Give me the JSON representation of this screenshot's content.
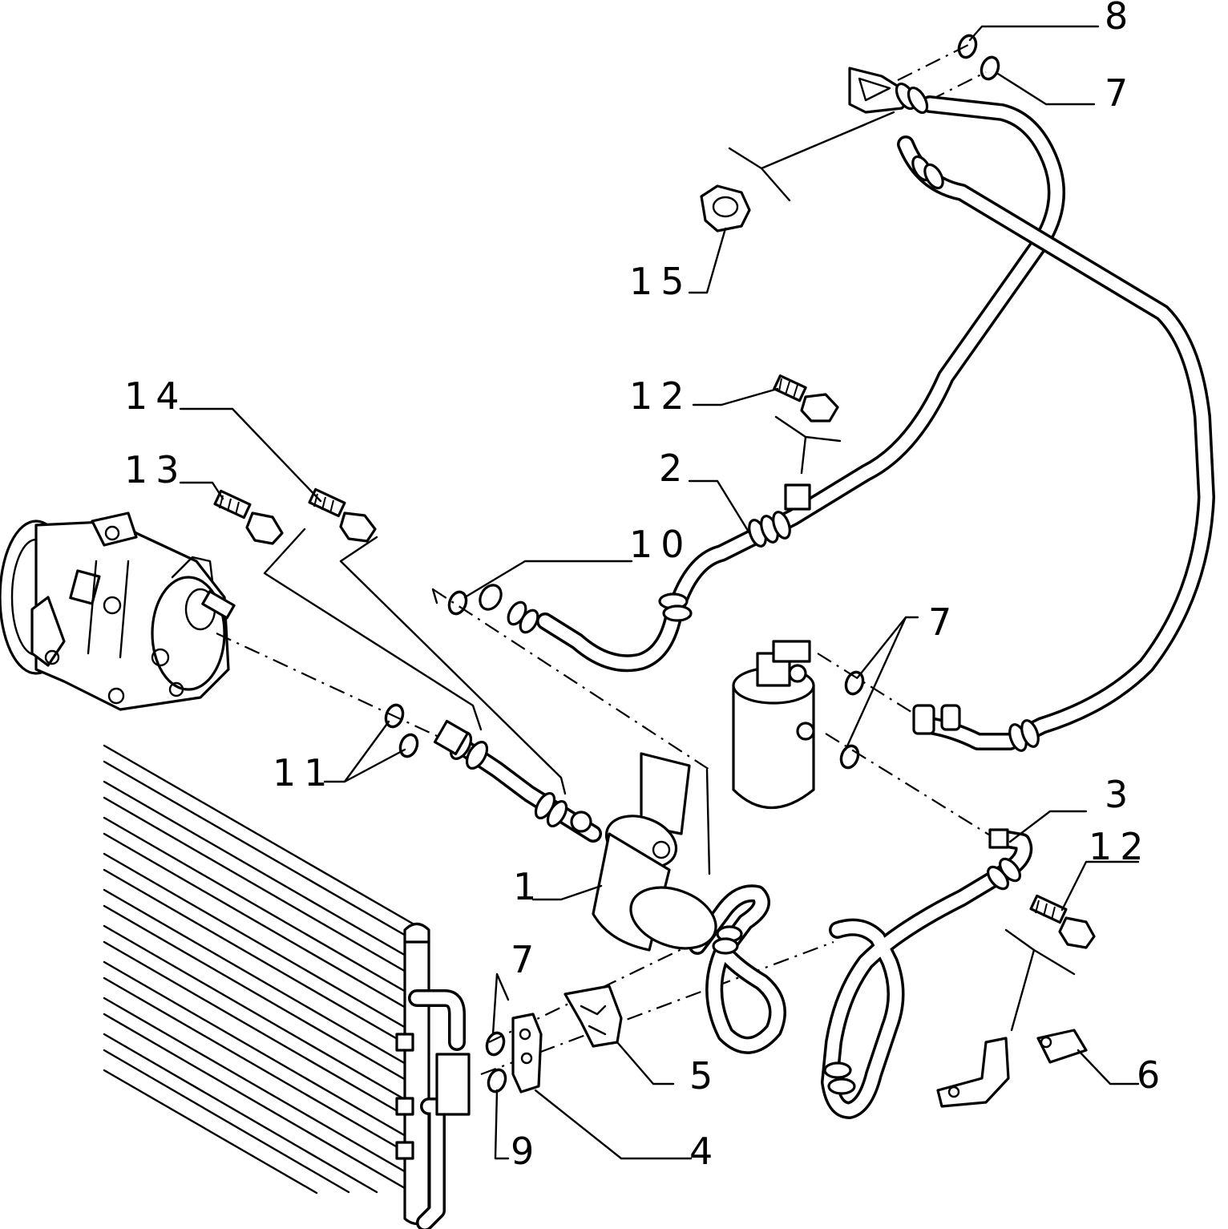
{
  "callouts": [
    {
      "id": "c1",
      "label": "1"
    },
    {
      "id": "c2",
      "label": "2"
    },
    {
      "id": "c3",
      "label": "3"
    },
    {
      "id": "c4",
      "label": "4"
    },
    {
      "id": "c5",
      "label": "5"
    },
    {
      "id": "c6",
      "label": "6"
    },
    {
      "id": "c7a",
      "label": "7"
    },
    {
      "id": "c7b",
      "label": "7"
    },
    {
      "id": "c7c",
      "label": "7"
    },
    {
      "id": "c8",
      "label": "8"
    },
    {
      "id": "c9",
      "label": "9"
    },
    {
      "id": "c10",
      "label": "10"
    },
    {
      "id": "c11",
      "label": "11"
    },
    {
      "id": "c12a",
      "label": "12"
    },
    {
      "id": "c12b",
      "label": "12"
    },
    {
      "id": "c13",
      "label": "13"
    },
    {
      "id": "c14",
      "label": "14"
    },
    {
      "id": "c15",
      "label": "15"
    }
  ]
}
